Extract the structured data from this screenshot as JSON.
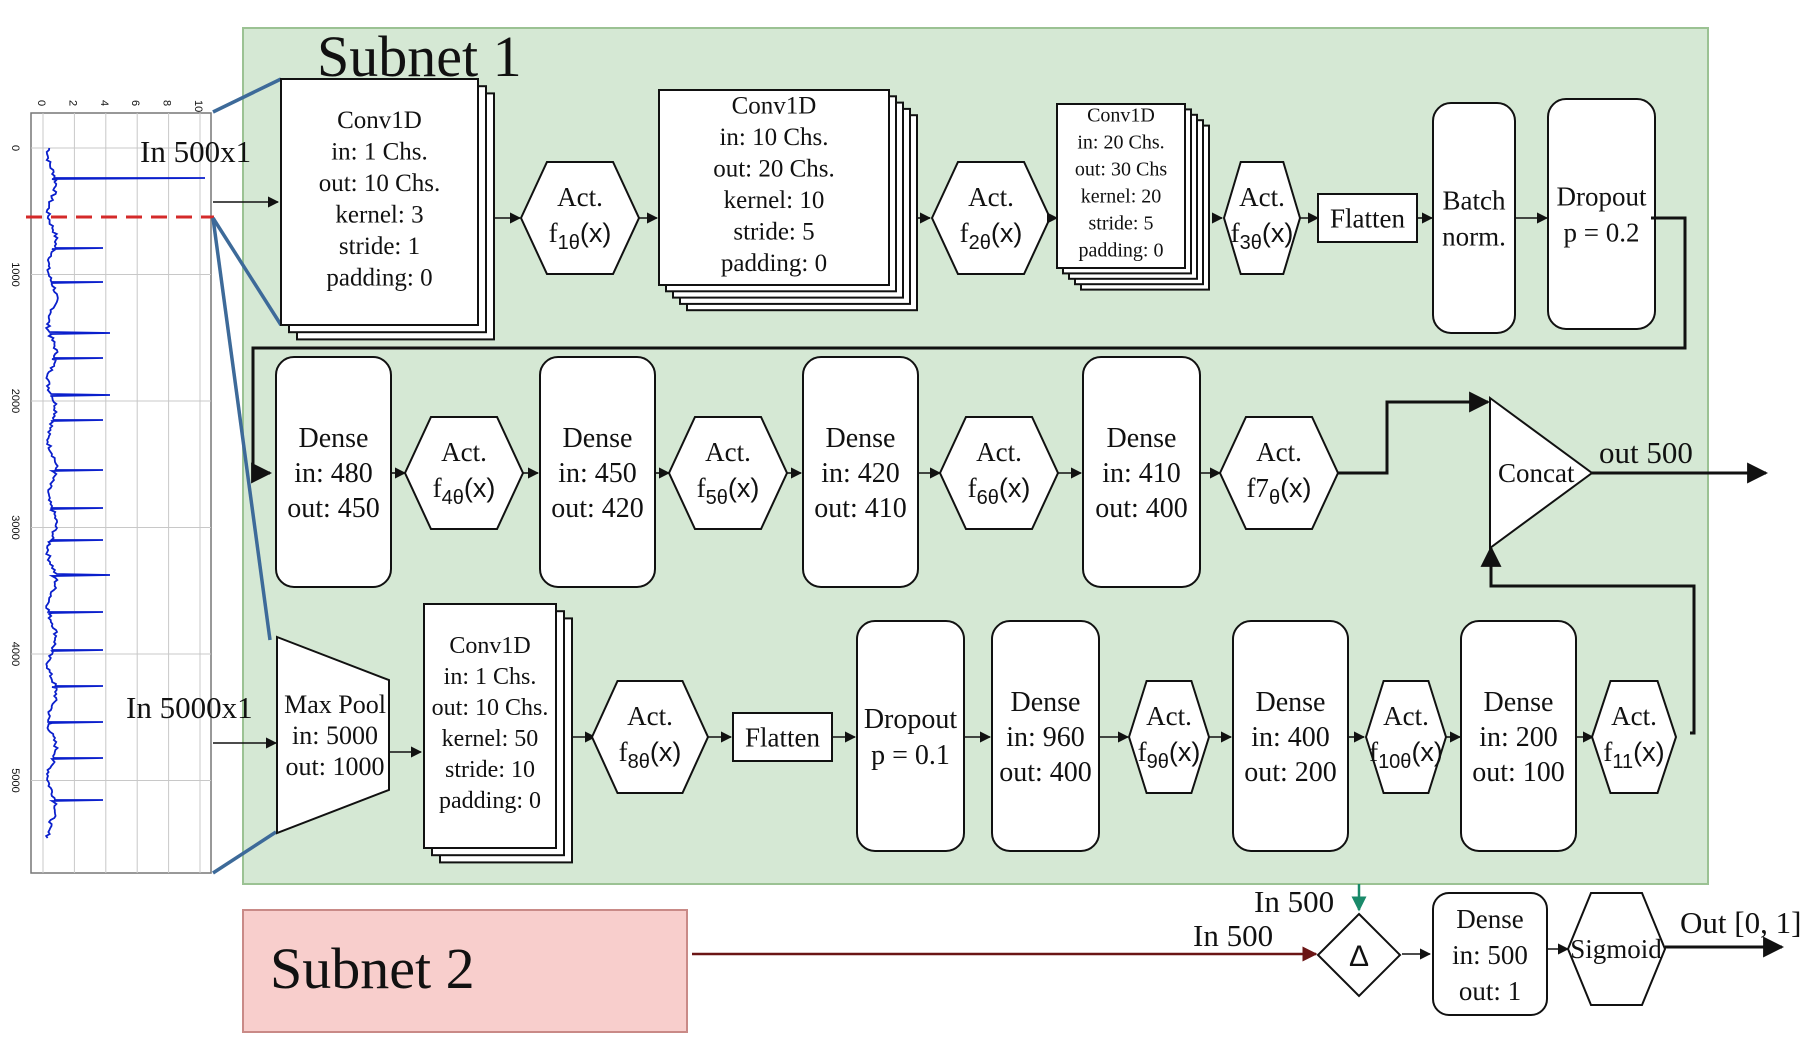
{
  "diagram": {
    "subnet1": {
      "title": "Subnet 1",
      "background": "#d5e8d4",
      "border": "#9bc293"
    },
    "subnet2": {
      "title": "Subnet 2",
      "background": "#f8cecc",
      "border": "#c98a87"
    },
    "signal_plot": {
      "x_ticks": [
        "0",
        "2",
        "4",
        "6",
        "8",
        "10"
      ],
      "y_ticks": [
        "0",
        "1000",
        "2000",
        "3000",
        "4000",
        "5000"
      ],
      "line_color": "#0a1fcc",
      "cut_line_color": "#d42a2a"
    },
    "inputs": {
      "short": "In 500x1",
      "long": "In 5000x1"
    },
    "row1": [
      {
        "kind": "conv",
        "lines": [
          "Conv1D",
          "in: 1 Chs.",
          "out: 10 Chs.",
          "kernel: 3",
          "stride: 1",
          "padding: 0"
        ]
      },
      {
        "kind": "act",
        "label": "Act.",
        "fn": "f",
        "sub": "1θ",
        "arg": "(x)"
      },
      {
        "kind": "conv",
        "lines": [
          "Conv1D",
          "in: 10 Chs.",
          "out: 20 Chs.",
          "kernel: 10",
          "stride: 5",
          "padding: 0"
        ]
      },
      {
        "kind": "act",
        "label": "Act.",
        "fn": "f",
        "sub": "2θ",
        "arg": "(x)"
      },
      {
        "kind": "conv",
        "lines": [
          "Conv1D",
          "in: 20 Chs.",
          "out: 30 Chs",
          "kernel: 20",
          "stride: 5",
          "padding: 0"
        ]
      },
      {
        "kind": "act",
        "label": "Act.",
        "fn": "f",
        "sub": "3θ",
        "arg": "(x)"
      },
      {
        "kind": "flatten",
        "lines": [
          "Flatten"
        ]
      },
      {
        "kind": "rounded",
        "lines": [
          "Batch",
          "norm."
        ]
      },
      {
        "kind": "rounded",
        "lines": [
          "Dropout",
          "p = 0.2"
        ]
      }
    ],
    "row2": [
      {
        "kind": "dense",
        "lines": [
          "Dense",
          "in: 480",
          "out: 450"
        ]
      },
      {
        "kind": "act",
        "label": "Act.",
        "fn": "f",
        "sub": "4θ",
        "arg": "(x)"
      },
      {
        "kind": "dense",
        "lines": [
          "Dense",
          "in: 450",
          "out: 420"
        ]
      },
      {
        "kind": "act",
        "label": "Act.",
        "fn": "f",
        "sub": "5θ",
        "arg": "(x)"
      },
      {
        "kind": "dense",
        "lines": [
          "Dense",
          "in: 420",
          "out: 410"
        ]
      },
      {
        "kind": "act",
        "label": "Act.",
        "fn": "f",
        "sub": "6θ",
        "arg": "(x)"
      },
      {
        "kind": "dense",
        "lines": [
          "Dense",
          "in: 410",
          "out: 400"
        ]
      },
      {
        "kind": "act",
        "label": "Act.",
        "fn": "f7",
        "sub": "θ",
        "arg": "(x)"
      }
    ],
    "row3": [
      {
        "kind": "pool",
        "lines": [
          "Max Pool",
          "in: 5000",
          "out: 1000"
        ]
      },
      {
        "kind": "conv",
        "lines": [
          "Conv1D",
          "in: 1 Chs.",
          "out: 10 Chs.",
          "kernel: 50",
          "stride: 10",
          "padding: 0"
        ]
      },
      {
        "kind": "act",
        "label": "Act.",
        "fn": "f",
        "sub": "8θ",
        "arg": "(x)"
      },
      {
        "kind": "flatten",
        "lines": [
          "Flatten"
        ]
      },
      {
        "kind": "rounded",
        "lines": [
          "Dropout",
          "p = 0.1"
        ]
      },
      {
        "kind": "dense",
        "lines": [
          "Dense",
          "in: 960",
          "out: 400"
        ]
      },
      {
        "kind": "act",
        "label": "Act.",
        "fn": "f",
        "sub": "9θ",
        "arg": "(x)"
      },
      {
        "kind": "dense",
        "lines": [
          "Dense",
          "in: 400",
          "out: 200"
        ]
      },
      {
        "kind": "act",
        "label": "Act.",
        "fn": "f",
        "sub": "10θ",
        "arg": "(x)"
      },
      {
        "kind": "dense",
        "lines": [
          "Dense",
          "in: 200",
          "out: 100"
        ]
      },
      {
        "kind": "act",
        "label": "Act.",
        "fn": "f",
        "sub": "11",
        "arg": "(x)"
      }
    ],
    "concat": {
      "label": "Concat",
      "out_label": "out 500"
    },
    "head": {
      "in_green": "In 500",
      "in_red": "In 500",
      "green_color": "#1a8a6a",
      "red_color": "#6b1515",
      "delta": "Δ",
      "dense": [
        "Dense",
        "in: 500",
        "out: 1"
      ],
      "sigmoid": "Sigmoid",
      "out_label": "Out [0, 1]"
    }
  }
}
